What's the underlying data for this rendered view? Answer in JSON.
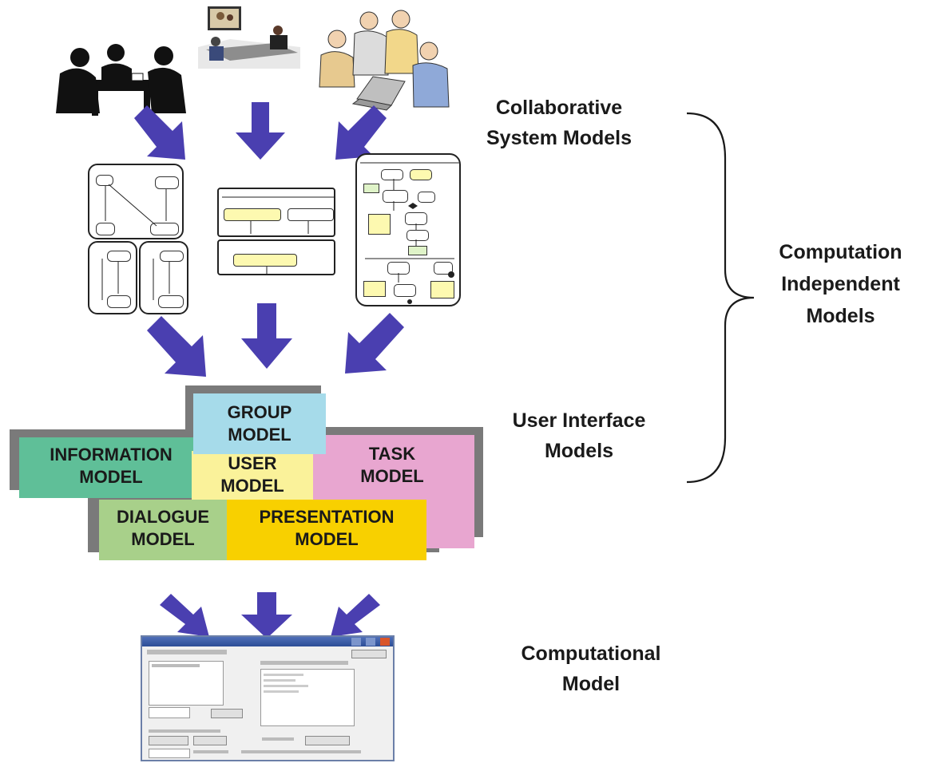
{
  "labels": {
    "collaborative": [
      "Collaborative",
      "System Models"
    ],
    "cim": [
      "Computation",
      "Independent",
      "Models"
    ],
    "ui_models": [
      "User Interface",
      "Models"
    ],
    "computational": [
      "Computational",
      "Model"
    ]
  },
  "models": {
    "group": [
      "GROUP",
      "MODEL"
    ],
    "information": [
      "INFORMATION",
      "MODEL"
    ],
    "user": [
      "USER",
      "MODEL"
    ],
    "task": [
      "TASK",
      "MODEL"
    ],
    "dialogue": [
      "DIALOGUE",
      "MODEL"
    ],
    "presentation": [
      "PRESENTATION",
      "MODEL"
    ]
  },
  "colors": {
    "arrow": "#4a3fb0",
    "group": "#a6dbea",
    "information": "#5fbf98",
    "user": "#faf29a",
    "task": "#e8a6d0",
    "dialogue": "#a8d08a",
    "presentation": "#f8d000",
    "shadow": "#7a7a7a"
  },
  "illustrations": [
    "meeting-silhouette-image",
    "video-conference-image",
    "team-at-laptop-image"
  ]
}
